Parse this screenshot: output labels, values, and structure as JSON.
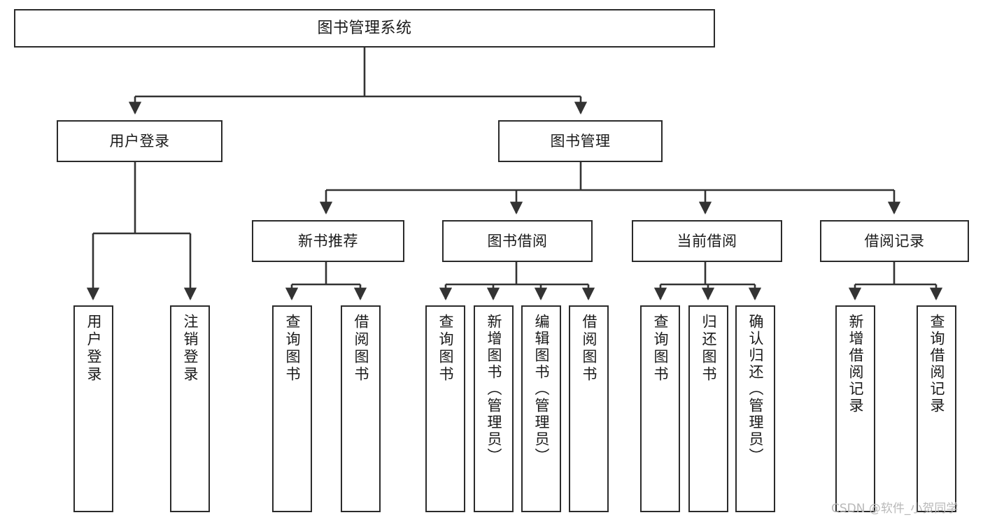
{
  "diagram": {
    "title": "图书管理系统",
    "type": "tree-hierarchy-chart",
    "watermark": "CSDN @软件_小贺同学",
    "colors": {
      "background": "#ffffff",
      "box_border": "#2b2b2b",
      "connector": "#333333",
      "text": "#1a1a1a",
      "watermark": "#b9b9b9"
    },
    "nodes": {
      "root": {
        "label": "图书管理系统"
      },
      "user_login": {
        "label": "用户登录"
      },
      "book_manage": {
        "label": "图书管理"
      },
      "new_book_rec": {
        "label": "新书推荐"
      },
      "book_borrow": {
        "label": "图书借阅"
      },
      "current_borrow": {
        "label": "当前借阅"
      },
      "borrow_record": {
        "label": "借阅记录"
      },
      "leaf_user_login": {
        "label": "用户登录"
      },
      "leaf_logout_login": {
        "label": "注销登录"
      },
      "leaf_query_book_a": {
        "label": "查询图书"
      },
      "leaf_borrow_book_a": {
        "label": "借阅图书"
      },
      "leaf_query_book_b": {
        "label": "查询图书"
      },
      "leaf_add_book": {
        "label": "新增图书（管理员）"
      },
      "leaf_edit_book": {
        "label": "编辑图书（管理员）"
      },
      "leaf_borrow_book_b": {
        "label": "借阅图书"
      },
      "leaf_query_book_c": {
        "label": "查询图书"
      },
      "leaf_return_book": {
        "label": "归还图书"
      },
      "leaf_confirm_return": {
        "label": "确认归还（管理员）"
      },
      "leaf_add_record": {
        "label": "新增借阅记录"
      },
      "leaf_query_record": {
        "label": "查询借阅记录"
      }
    }
  }
}
